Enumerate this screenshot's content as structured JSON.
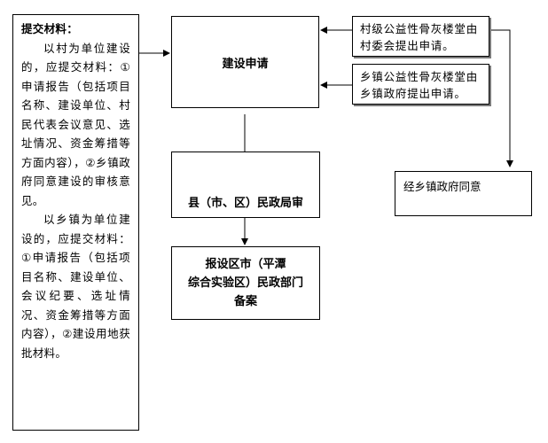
{
  "materials": {
    "title": "提交材料：",
    "para1": "以村为单位建设的，应提交材料：①申请报告（包括项目名称、建设单位、村民代表会议意见、选址情况、资金筹措等方面内容），②乡镇政府同意建设的审核意见。",
    "para2": "以乡镇为单位建设的，应提交材料：①申请报告（包括项目名称、建设单位、会议纪要、选址情况、资金筹措等方面内容），②建设用地获批材料。"
  },
  "apply": {
    "label": "建设申请"
  },
  "village": {
    "text": "村级公益性骨灰楼堂由村委会提出申请。"
  },
  "town": {
    "text": "乡镇公益性骨灰楼堂由乡镇政府提出申请。"
  },
  "county": {
    "label": "县（市、区）民政局审"
  },
  "report": {
    "line1": "报设区市（平潭",
    "line2": "综合实验区）民政部门",
    "line3": "备案"
  },
  "consent": {
    "text": "经乡镇政府同意"
  }
}
